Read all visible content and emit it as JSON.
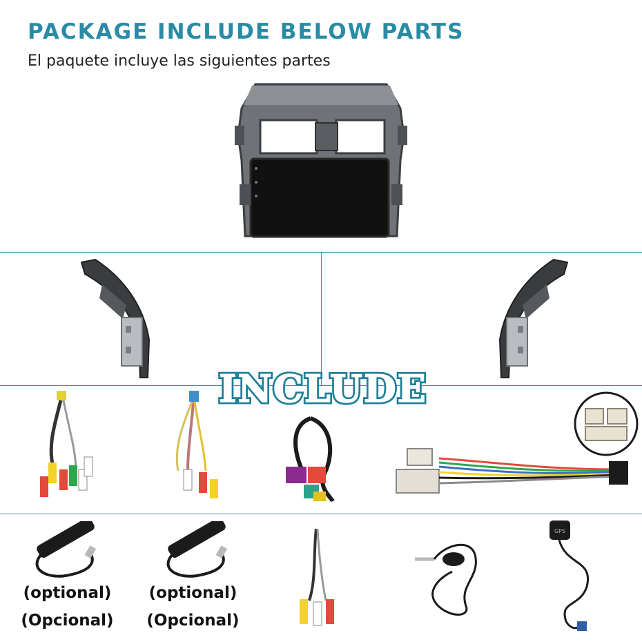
{
  "header": {
    "title": "PACKAGE INCLUDE BELOW PARTS",
    "subtitle": "El paquete incluye las siguientes partes"
  },
  "banner": {
    "include_label": "INCLUDE"
  },
  "optional_labels": [
    {
      "english": "(optional)",
      "spanish": "(Opcional)"
    },
    {
      "english": "(optional)",
      "spanish": "(Opcional)"
    }
  ],
  "gps_antenna": {
    "tag_text": "GPS"
  },
  "colors": {
    "accent": "#2a8ba6",
    "divider": "#3e8fb0",
    "frame": "#6f7276",
    "screen": "#111111"
  },
  "icons": [
    "radio-frame-image",
    "left-bracket-image",
    "right-bracket-image",
    "rca-harness-image",
    "audio-harness-image",
    "usb-cable-image",
    "power-harness-image",
    "connector-inset-image",
    "radio-antenna-image",
    "rca-cable-image",
    "microphone-image",
    "gps-antenna-image"
  ]
}
